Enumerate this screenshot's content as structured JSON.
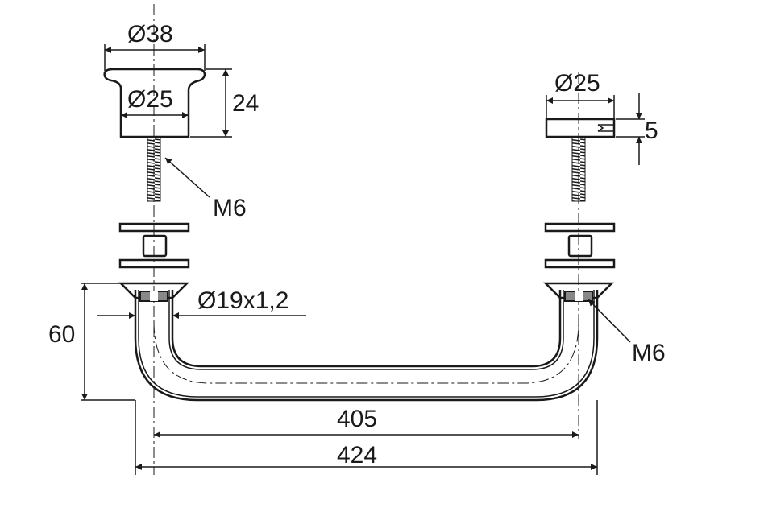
{
  "drawing": {
    "left_knob": {
      "outer_diameter": "Ø38",
      "inner_diameter": "Ø25",
      "height": "24"
    },
    "right_cap": {
      "diameter": "Ø25",
      "height": "5"
    },
    "thread_left": "M6",
    "thread_right": "M6",
    "tube": "Ø19x1,2",
    "height_dim": "60",
    "center_distance": "405",
    "overall_width": "424"
  }
}
